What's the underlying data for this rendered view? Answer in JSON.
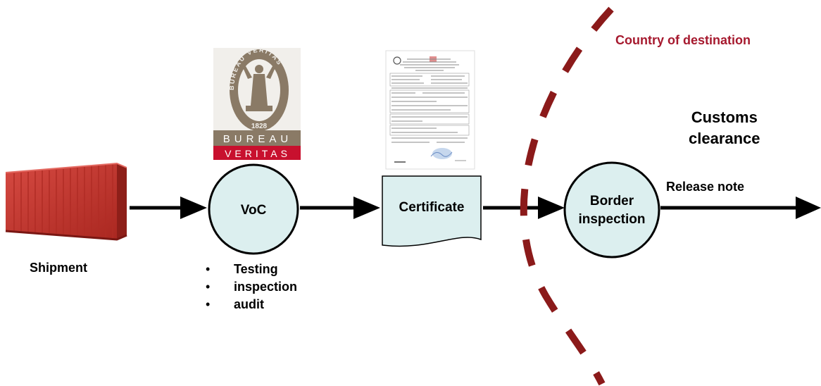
{
  "colors": {
    "node_fill": "#dcefef",
    "container": "#c93a34",
    "border_line": "#8b1a1a",
    "country_text": "#a6192e",
    "logo_brown": "#8a7a66",
    "logo_red": "#c8102e"
  },
  "labels": {
    "shipment": "Shipment",
    "voc": "VoC",
    "voc_steps": [
      "Testing",
      "inspection",
      "audit"
    ],
    "certificate": "Certificate",
    "border_line1": "Border",
    "border_line2": "inspection",
    "country": "Country of destination",
    "customs_line1": "Customs",
    "customs_line2": "clearance",
    "release": "Release note"
  },
  "logo": {
    "word_top": "BUREAU",
    "word_bottom": "VERITAS",
    "year": "1828",
    "ring_text": "BUREAU VERITAS"
  },
  "icons": {
    "container": "shipping-container-icon",
    "logo": "bureau-veritas-logo",
    "document": "certificate-document-image"
  }
}
